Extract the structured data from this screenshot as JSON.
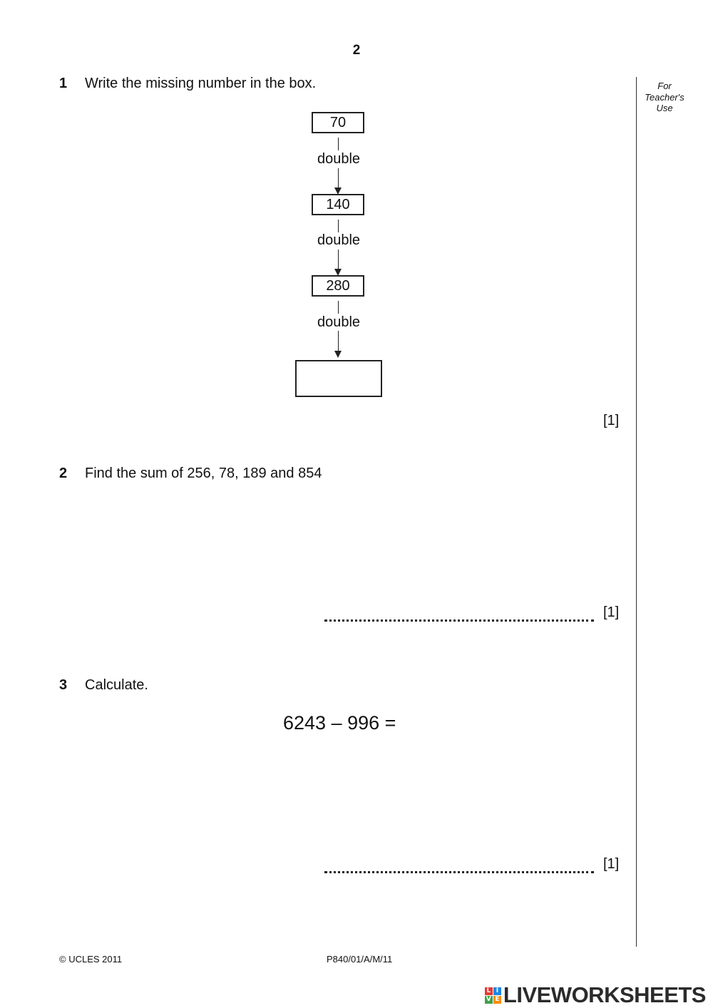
{
  "page": {
    "number": "2"
  },
  "teacher_margin": {
    "line1": "For",
    "line2": "Teacher's",
    "line3": "Use"
  },
  "questions": [
    {
      "number": "1",
      "text": "Write the missing number in the box.",
      "flow": {
        "values": [
          "70",
          "140",
          "280",
          ""
        ],
        "operations": [
          "double",
          "double",
          "double"
        ]
      },
      "mark": "[1]"
    },
    {
      "number": "2",
      "text": "Find the sum of 256, 78, 189 and 854",
      "mark": "[1]"
    },
    {
      "number": "3",
      "text": "Calculate.",
      "expression": "6243 – 996 =",
      "mark": "[1]"
    }
  ],
  "footer": {
    "copyright": "© UCLES 2011",
    "code": "P840/01/A/M/11"
  },
  "brand": {
    "logo_letters": [
      "L",
      "I",
      "V",
      "E"
    ],
    "logo_colors": [
      "#e53935",
      "#1e88e5",
      "#43a047",
      "#fb8c00"
    ],
    "name": "LIVEWORKSHEETS"
  }
}
